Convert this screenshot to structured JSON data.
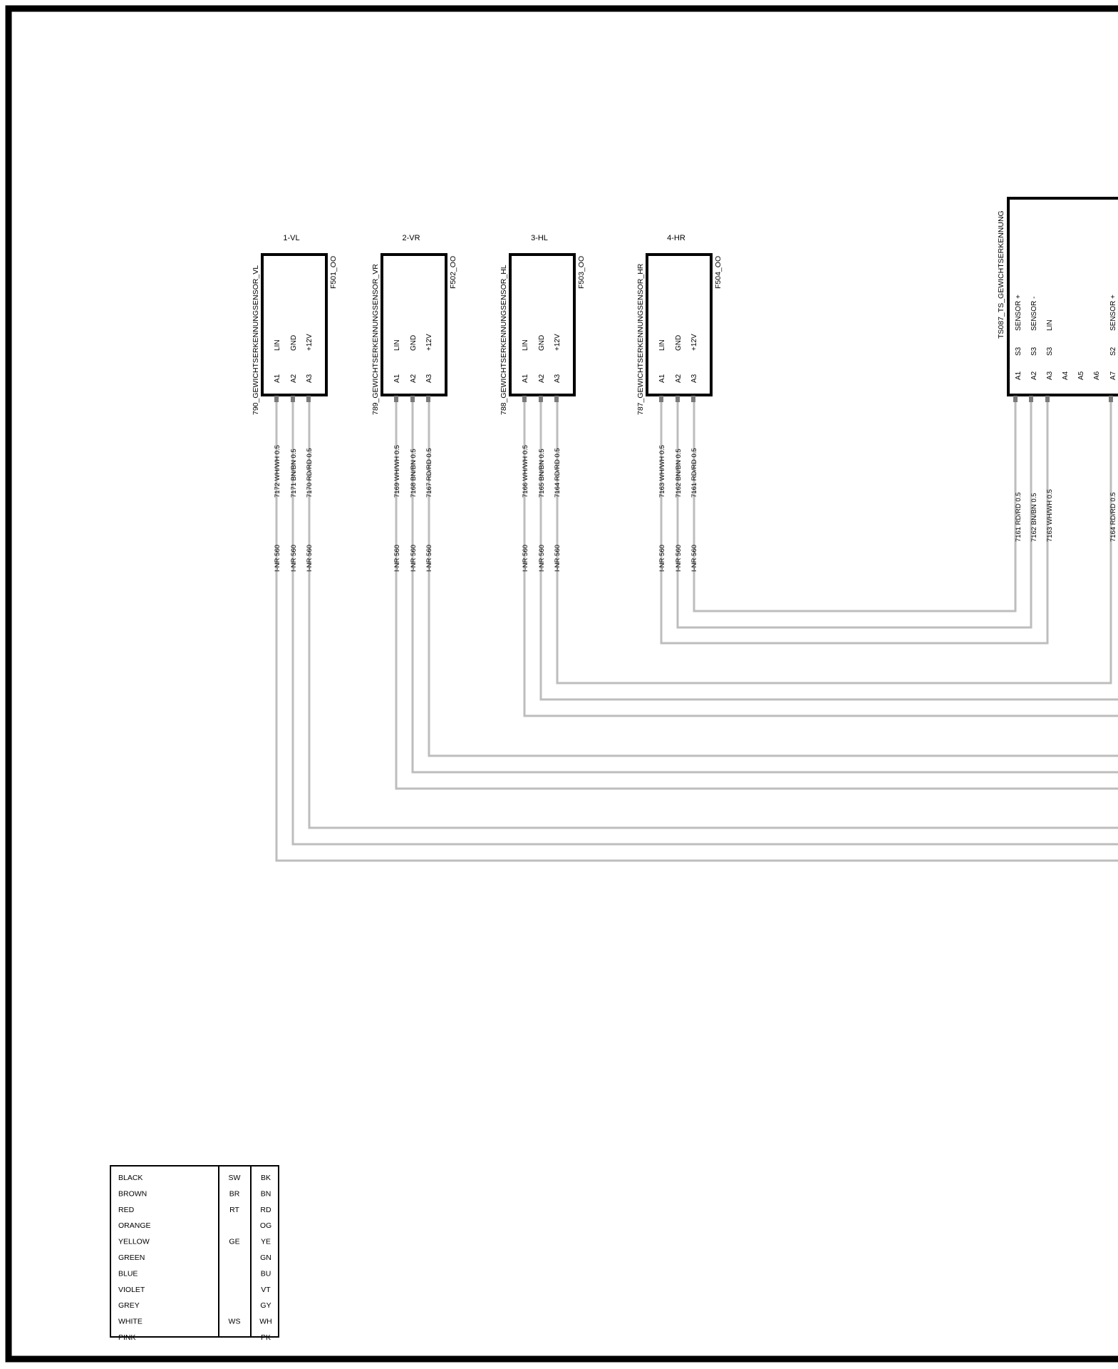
{
  "sensors": [
    {
      "id": "790_GEWICHTSERKENNUNGSENSOR_VL",
      "pos": "1-VL",
      "fuse": "F501_OO",
      "pins": [
        {
          "pin": "A1",
          "signal": "LIN",
          "wire": "7172 WH/WH 0.5",
          "conn": "I-NR 560"
        },
        {
          "pin": "A2",
          "signal": "GND",
          "wire": "7171 BN/BN 0.5",
          "conn": "I-NR 560"
        },
        {
          "pin": "A3",
          "signal": "+12V",
          "wire": "7170 RD/RD 0.5",
          "conn": "I-NR 560"
        }
      ]
    },
    {
      "id": "789_GEWICHTSERKENNUNGSENSOR_VR",
      "pos": "2-VR",
      "fuse": "F502_OO",
      "pins": [
        {
          "pin": "A1",
          "signal": "LIN",
          "wire": "7169 WH/WH 0.5",
          "conn": "I-NR 560"
        },
        {
          "pin": "A2",
          "signal": "GND",
          "wire": "7168 BN/BN 0.5",
          "conn": "I-NR 560"
        },
        {
          "pin": "A3",
          "signal": "+12V",
          "wire": "7167 RD/RD 0.5",
          "conn": "I-NR 560"
        }
      ]
    },
    {
      "id": "788_GEWICHTSERKENNUNGSENSOR_HL",
      "pos": "3-HL",
      "fuse": "F503_OO",
      "pins": [
        {
          "pin": "A1",
          "signal": "LIN",
          "wire": "7166 WH/WH 0.5",
          "conn": "I-NR 560"
        },
        {
          "pin": "A2",
          "signal": "GND",
          "wire": "7165 BN/BN 0.5",
          "conn": "I-NR 560"
        },
        {
          "pin": "A3",
          "signal": "+12V",
          "wire": "7164 RD/RD 0.5",
          "conn": "I-NR 560"
        }
      ]
    },
    {
      "id": "787_GEWICHTSERKENNUNGSENSOR_HR",
      "pos": "4-HR",
      "fuse": "F504_OO",
      "pins": [
        {
          "pin": "A1",
          "signal": "LIN",
          "wire": "7163 WH/WH 0.5",
          "conn": "I-NR 560"
        },
        {
          "pin": "A2",
          "signal": "GND",
          "wire": "7162 BN/BN 0.5",
          "conn": "I-NR 560"
        },
        {
          "pin": "A3",
          "signal": "+12V",
          "wire": "7161 RD/RD 0.5",
          "conn": "I-NR 560"
        }
      ]
    }
  ],
  "controller": {
    "id": "TS087_TS_GEWICHTSERKENNUNG",
    "pins": [
      {
        "pin": "A1",
        "group": "S3",
        "signal": "SENSOR +",
        "wire": "7161 RD/RD 0.5"
      },
      {
        "pin": "A2",
        "group": "S3",
        "signal": "SENSOR -",
        "wire": "7162 BN/BN 0.5"
      },
      {
        "pin": "A3",
        "group": "S3",
        "signal": "LIN",
        "wire": "7163 WH/WH 0.5"
      },
      {
        "pin": "A4",
        "group": "",
        "signal": "",
        "wire": ""
      },
      {
        "pin": "A5",
        "group": "",
        "signal": "",
        "wire": ""
      },
      {
        "pin": "A6",
        "group": "",
        "signal": "",
        "wire": ""
      },
      {
        "pin": "A7",
        "group": "S2",
        "signal": "SENSOR +",
        "wire": "7164 RD/RD 0.5"
      }
    ]
  },
  "legend": [
    {
      "name": "BLACK",
      "de": "SW",
      "code": "BK"
    },
    {
      "name": "BROWN",
      "de": "BR",
      "code": "BN"
    },
    {
      "name": "RED",
      "de": "RT",
      "code": "RD"
    },
    {
      "name": "ORANGE",
      "de": "",
      "code": "OG"
    },
    {
      "name": "YELLOW",
      "de": "GE",
      "code": "YE"
    },
    {
      "name": "GREEN",
      "de": "",
      "code": "GN"
    },
    {
      "name": "BLUE",
      "de": "",
      "code": "BU"
    },
    {
      "name": "VIOLET",
      "de": "",
      "code": "VT"
    },
    {
      "name": "GREY",
      "de": "",
      "code": "GY"
    },
    {
      "name": "WHITE",
      "de": "WS",
      "code": "WH"
    },
    {
      "name": "PINK",
      "de": "",
      "code": "PK"
    }
  ],
  "colors": {
    "wire": "#bdbdbd",
    "frame": "#000000",
    "pin": "#7a7a7a"
  }
}
